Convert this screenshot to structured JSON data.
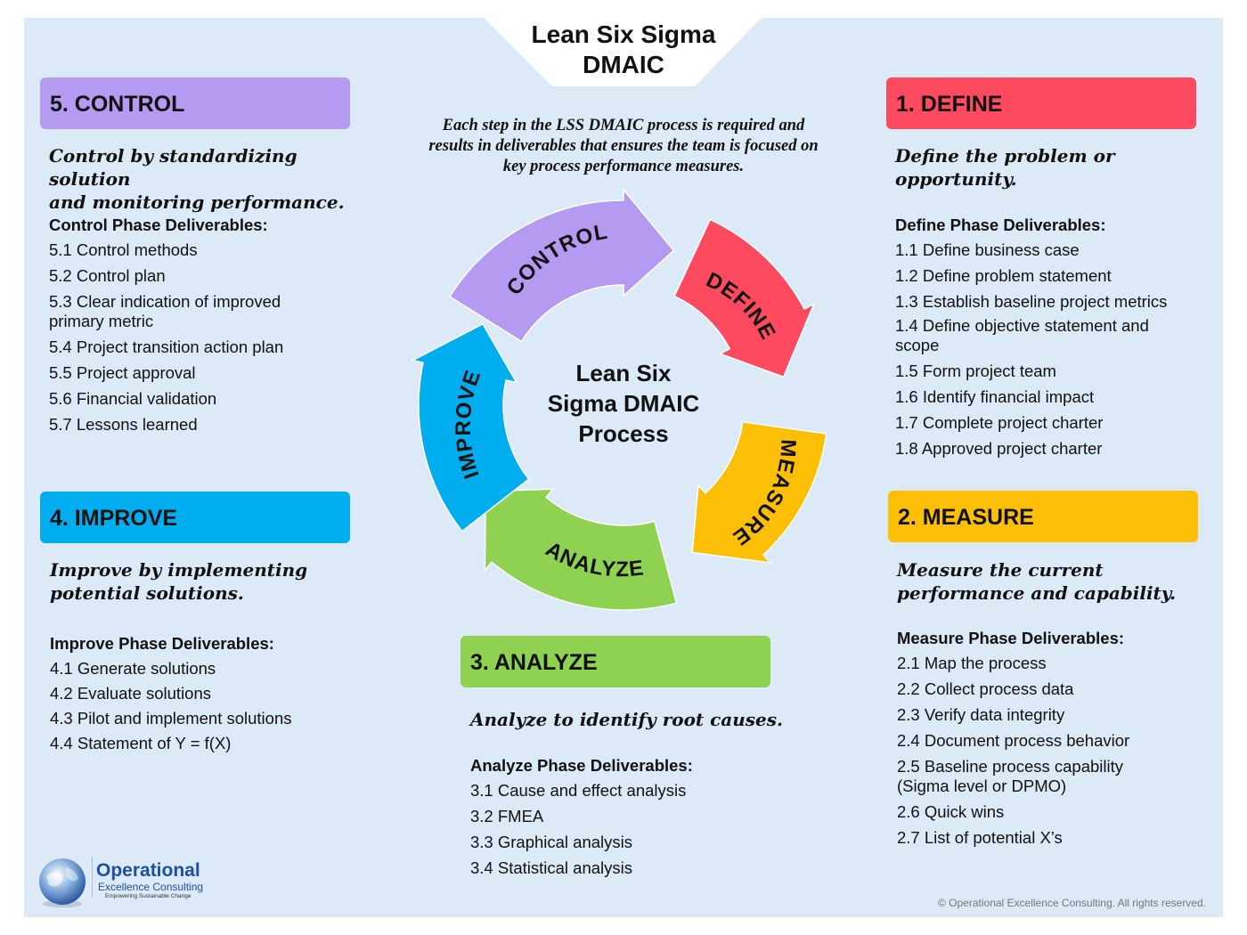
{
  "title": {
    "line1": "Lean Six Sigma",
    "line2": "DMAIC"
  },
  "intro_text": "Each step in the LSS DMAIC process is required and results in deliverables that ensures the team is focused on key process performance measures.",
  "center": {
    "line1": "Lean Six",
    "line2": "Sigma DMAIC",
    "line3": "Process"
  },
  "cycle_labels": {
    "define": "DEFINE",
    "measure": "MEASURE",
    "analyze": "ANALYZE",
    "improve": "IMPROVE",
    "control": "CONTROL"
  },
  "colors": {
    "define": "#fd4a5e",
    "measure": "#fcbf06",
    "analyze": "#8fd151",
    "improve": "#00aeef",
    "control": "#b59af2",
    "background": "#dce9f7"
  },
  "phases": {
    "control": {
      "header": "5.  CONTROL",
      "desc_line1": "Control by standardizing solution",
      "desc_line2": "and monitoring performance.",
      "deliverables_title": "Control Phase Deliverables:",
      "items": [
        "5.1  Control methods",
        "5.2  Control plan",
        "5.3  Clear indication of improved primary metric",
        "5.4  Project transition action plan",
        "5.5  Project approval",
        "5.6  Financial validation",
        "5.7  Lessons learned"
      ]
    },
    "improve": {
      "header": "4.  IMPROVE",
      "desc_line1": "Improve by implementing",
      "desc_line2": "potential solutions.",
      "deliverables_title": "Improve Phase Deliverables:",
      "items": [
        "4.1  Generate solutions",
        "4.2  Evaluate solutions",
        "4.3  Pilot and implement solutions",
        "4.4  Statement of Y = f(X)"
      ]
    },
    "analyze": {
      "header": "3.  ANALYZE",
      "desc_line1": "Analyze to identify root causes.",
      "deliverables_title": "Analyze Phase Deliverables:",
      "items": [
        "3.1  Cause and effect analysis",
        "3.2  FMEA",
        "3.3  Graphical analysis",
        "3.4  Statistical analysis"
      ]
    },
    "define": {
      "header": "1.  DEFINE",
      "desc_line1": "Define the problem or",
      "desc_line2": "opportunity.",
      "deliverables_title": "Define Phase Deliverables:",
      "items": [
        "1.1  Define business case",
        "1.2  Define problem statement",
        "1.3  Establish baseline project metrics",
        "1.4  Define objective statement and scope",
        "1.5  Form project team",
        "1.6  Identify financial impact",
        "1.7  Complete project charter",
        "1.8  Approved project charter"
      ]
    },
    "measure": {
      "header": "2.  MEASURE",
      "desc_line1": "Measure the current",
      "desc_line2": "performance and capability.",
      "deliverables_title": "Measure Phase Deliverables:",
      "items": [
        "2.1  Map the process",
        "2.2  Collect process data",
        "2.3  Verify data integrity",
        "2.4  Document process behavior",
        "2.5  Baseline process capability (Sigma level or DPMO)",
        "2.6  Quick wins",
        "2.7  List of potential X’s"
      ]
    }
  },
  "logo": {
    "main": "Operational",
    "sub": "Excellence Consulting",
    "tagline": "Empowering Sustainable Change"
  },
  "copyright": "© Operational Excellence Consulting. All rights reserved."
}
